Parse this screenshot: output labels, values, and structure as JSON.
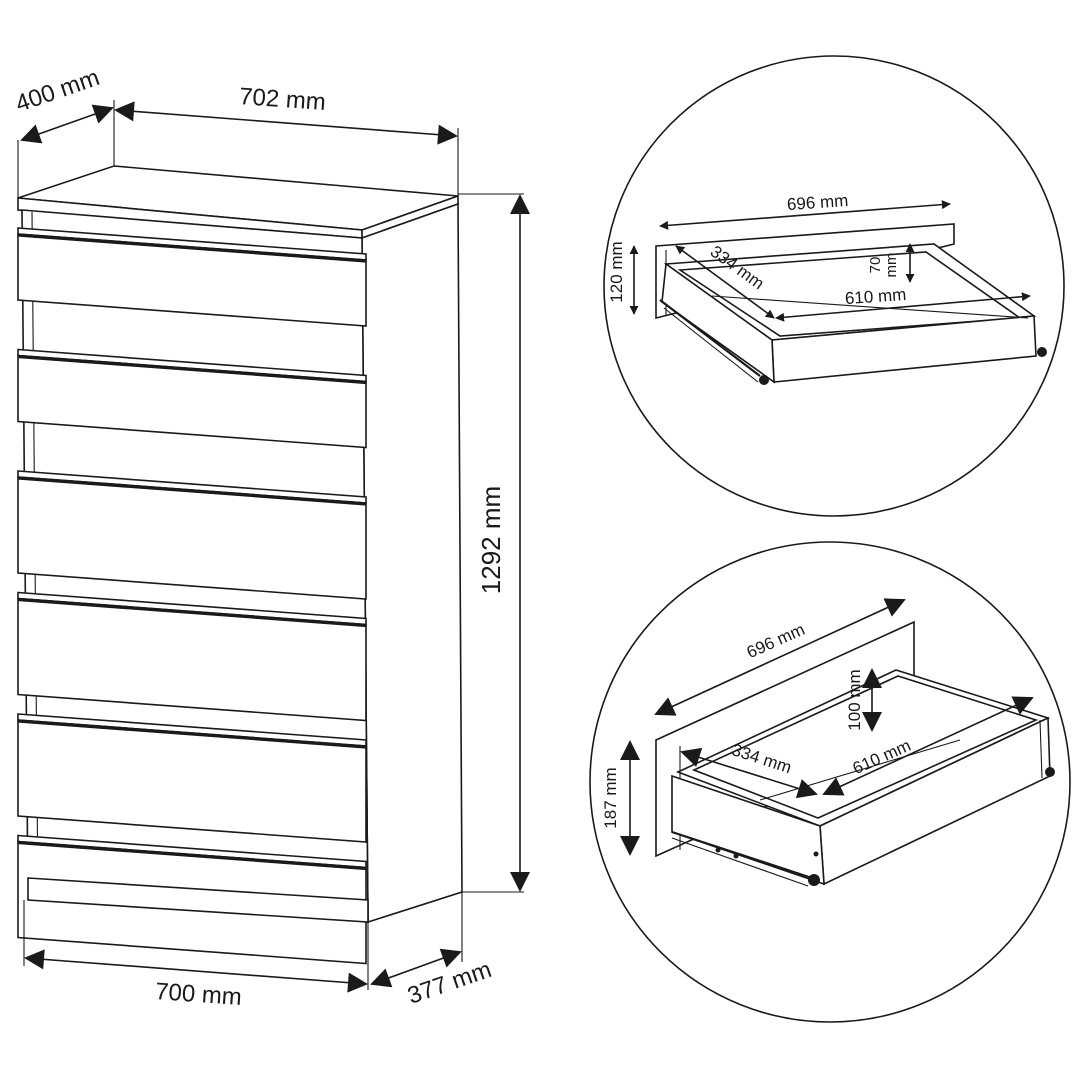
{
  "colors": {
    "line": "#1a1a1a",
    "background": "#ffffff"
  },
  "cabinet": {
    "depth_top": "400 mm",
    "width_top": "702 mm",
    "height": "1292 mm",
    "width_bottom": "700 mm",
    "depth_bottom": "377 mm",
    "drawer_count": 6
  },
  "drawer_small": {
    "front_width": "696 mm",
    "front_height": "120 mm",
    "inner_depth": "334 mm",
    "inner_width": "610 mm",
    "inner_height_value": "70",
    "inner_height_unit": "mm"
  },
  "drawer_large": {
    "front_width": "696 mm",
    "front_height": "187 mm",
    "inner_depth": "334 mm",
    "inner_width": "610 mm",
    "inner_height": "100 mm"
  }
}
